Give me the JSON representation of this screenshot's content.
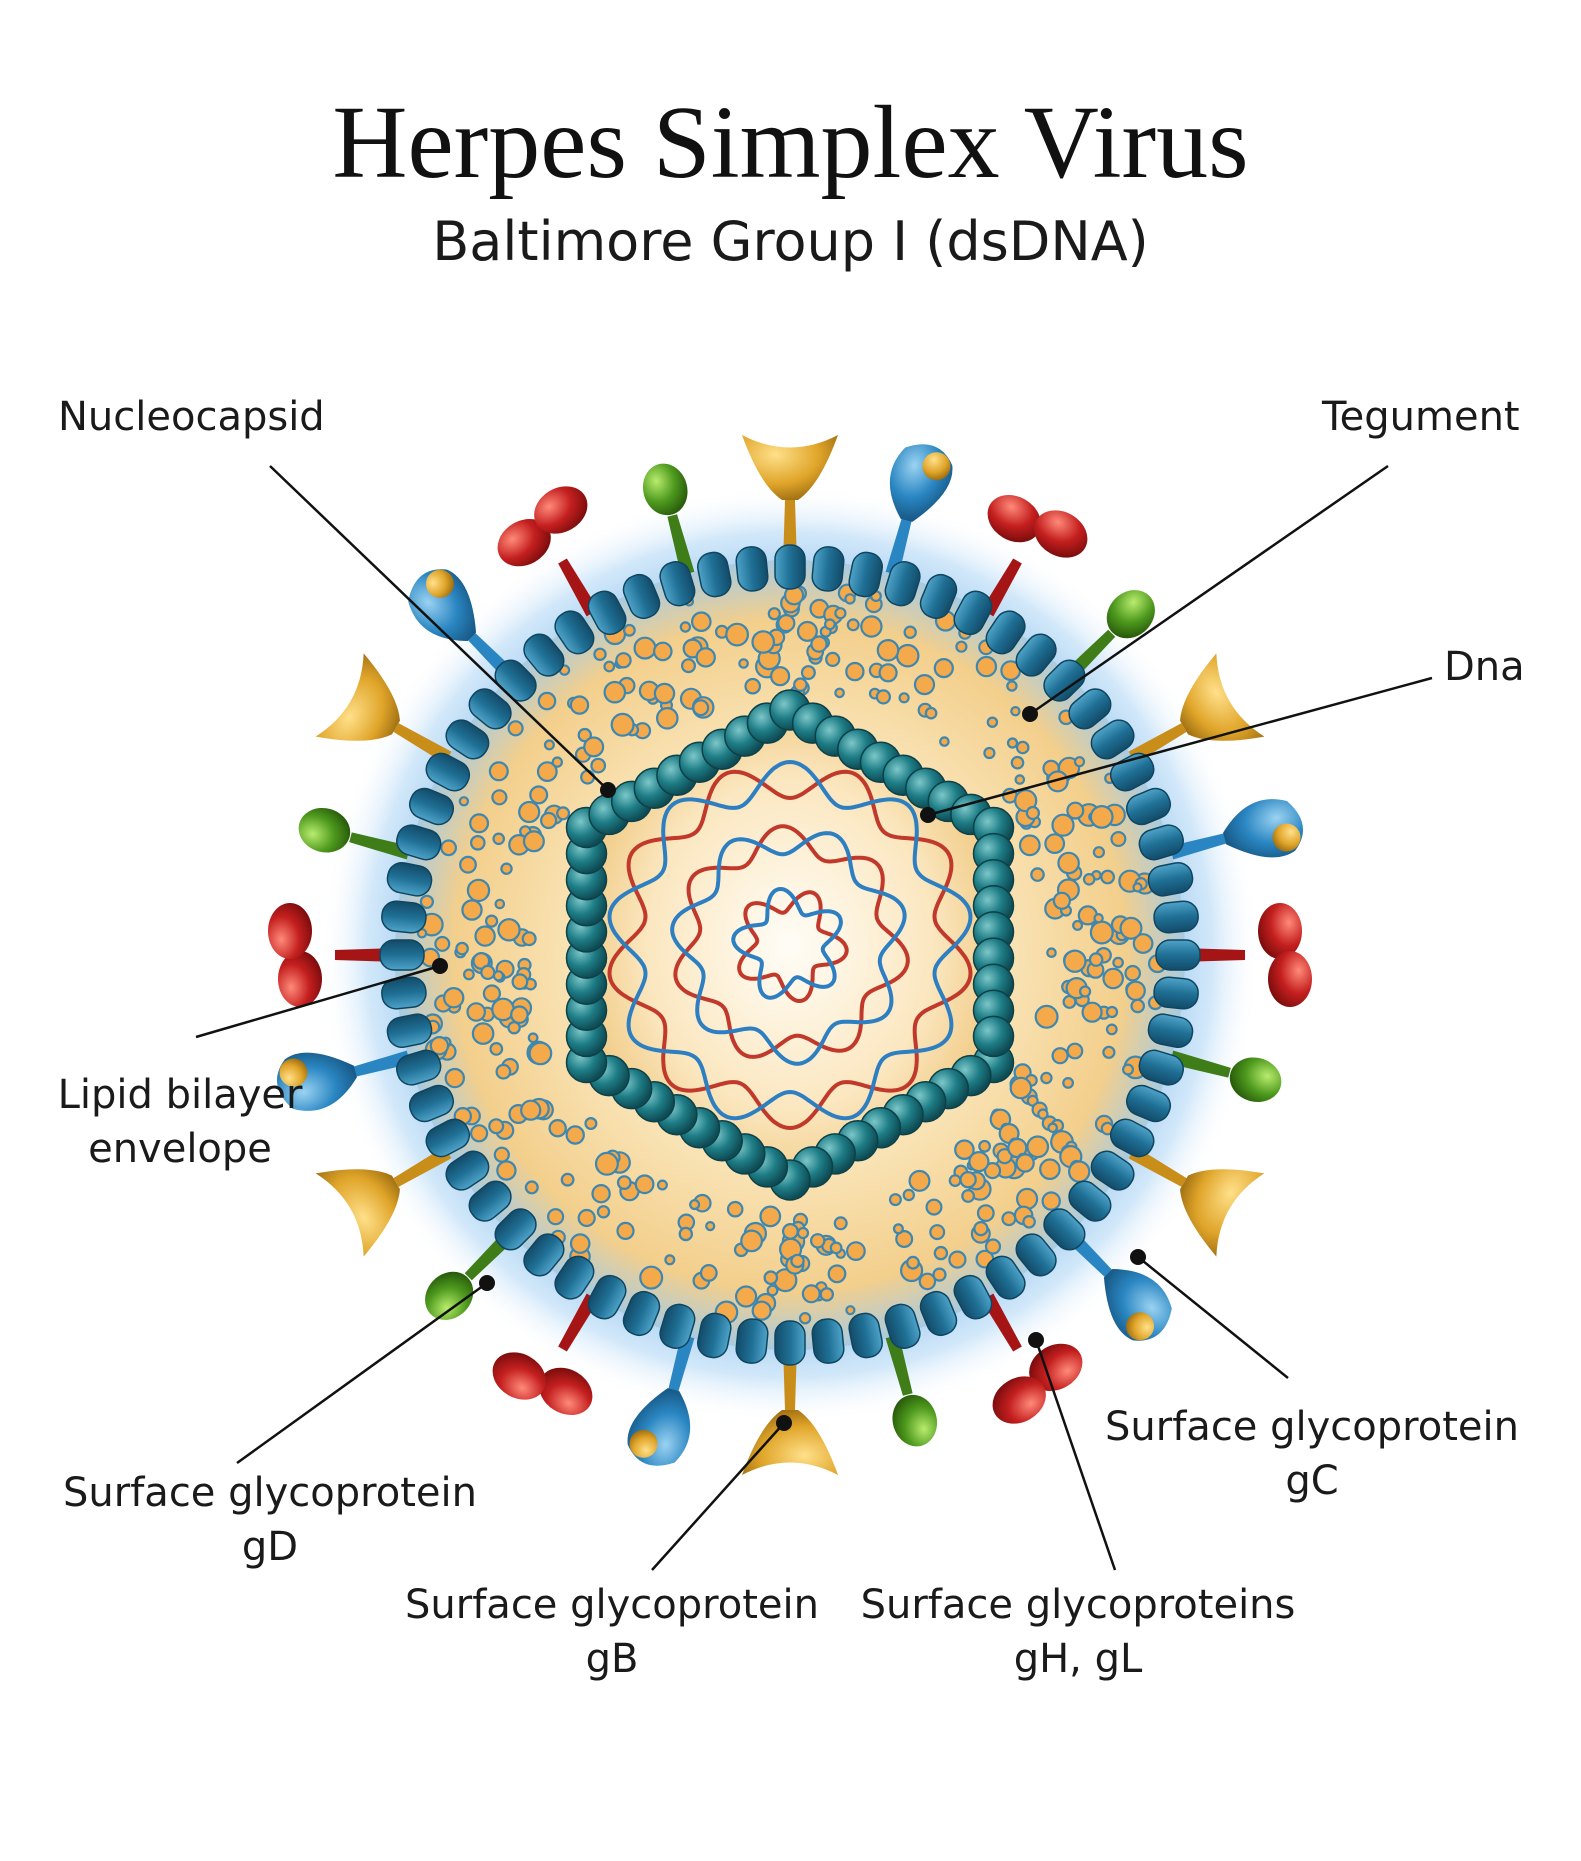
{
  "diagram": {
    "title": "Herpes Simplex Virus",
    "subtitle": "Baltimore Group I (dsDNA)",
    "labels": {
      "nucleocapsid": "Nucleocapsid",
      "tegument": "Tegument",
      "dna": "Dna",
      "lipid_line1": "Lipid bilayer",
      "lipid_line2": "envelope",
      "gd_line1": "Surface glycoprotein",
      "gd_line2": "gD",
      "gb_line1": "Surface glycoprotein",
      "gb_line2": "gB",
      "ghgl_line1": "Surface glycoproteins",
      "ghgl_line2": "gH, gL",
      "gc_line1": "Surface glycoprotein",
      "gc_line2": "gC"
    }
  },
  "colors": {
    "envelope_bead": "#1f6f95",
    "capsid_bead": "#1e7d86",
    "tegument_fill": "#f6d9a0",
    "glow": "#4a9de0",
    "glycoprotein_gold": "#e0a52a",
    "glycoprotein_red": "#c41f1f",
    "glycoprotein_blue": "#2a86c2",
    "glycoprotein_green": "#4e9a1e",
    "dna_red": "#c0392b",
    "dna_blue": "#2d7fc1"
  }
}
